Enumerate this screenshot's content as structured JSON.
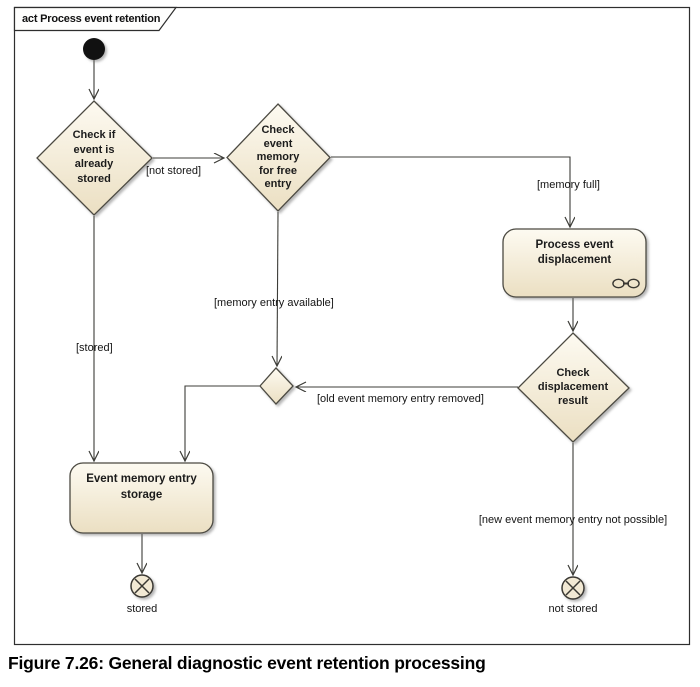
{
  "frame": {
    "tab_label": "act Process event retention"
  },
  "caption": "Figure 7.26: General diagnostic event retention processing",
  "nodes": {
    "decision_already_stored": "Check if\nevent is\nalready\nstored",
    "decision_memory_free": "Check\nevent\nmemory\nfor free\nentry",
    "action_displacement": "Process event\ndisplacement",
    "decision_displacement_result": "Check\ndisplacement\nresult",
    "action_storage": "Event memory entry\nstorage",
    "final_stored": "stored",
    "final_not_stored": "not stored"
  },
  "guards": {
    "not_stored": "[not stored]",
    "memory_full": "[memory full]",
    "memory_entry_available": "[memory entry available]",
    "old_event_removed": "[old event memory entry removed]",
    "stored": "[stored]",
    "new_entry_not_possible": "[new event memory entry not possible]"
  },
  "colors": {
    "shape_fill_top": "#fdfaf1",
    "shape_fill_bottom": "#ebdfc2",
    "shape_border": "#4c4a42",
    "edge": "#3d3d38",
    "frame_border": "#2e2e2e",
    "initial_node": "#111111"
  }
}
